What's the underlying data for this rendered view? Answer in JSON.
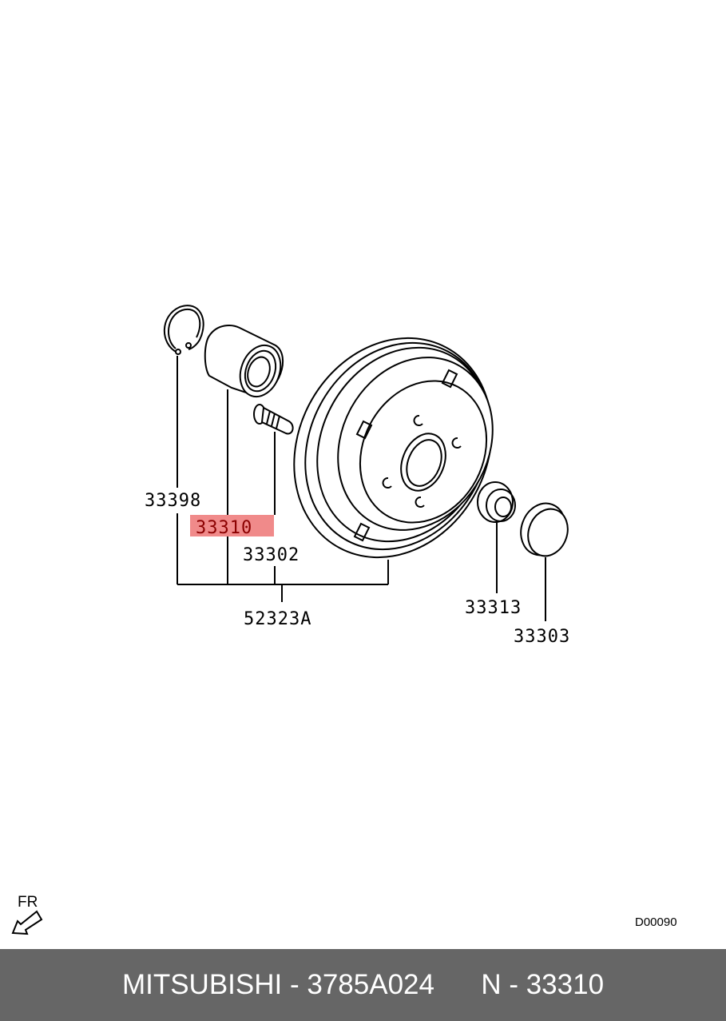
{
  "labels": {
    "snap_ring": "33398",
    "bearing": "33310",
    "hub_bolt": "33302",
    "drum_assy": "52323A",
    "nut": "33313",
    "cap": "33303"
  },
  "highlight_color": "#f08a8a",
  "highlight_text_color": "#8b0000",
  "fr_label": "FR",
  "diagram_code": "D00090",
  "footer": {
    "brand": "MITSUBISHI",
    "part_number": "3785A024",
    "ref_prefix": "N",
    "ref_number": "33310"
  }
}
